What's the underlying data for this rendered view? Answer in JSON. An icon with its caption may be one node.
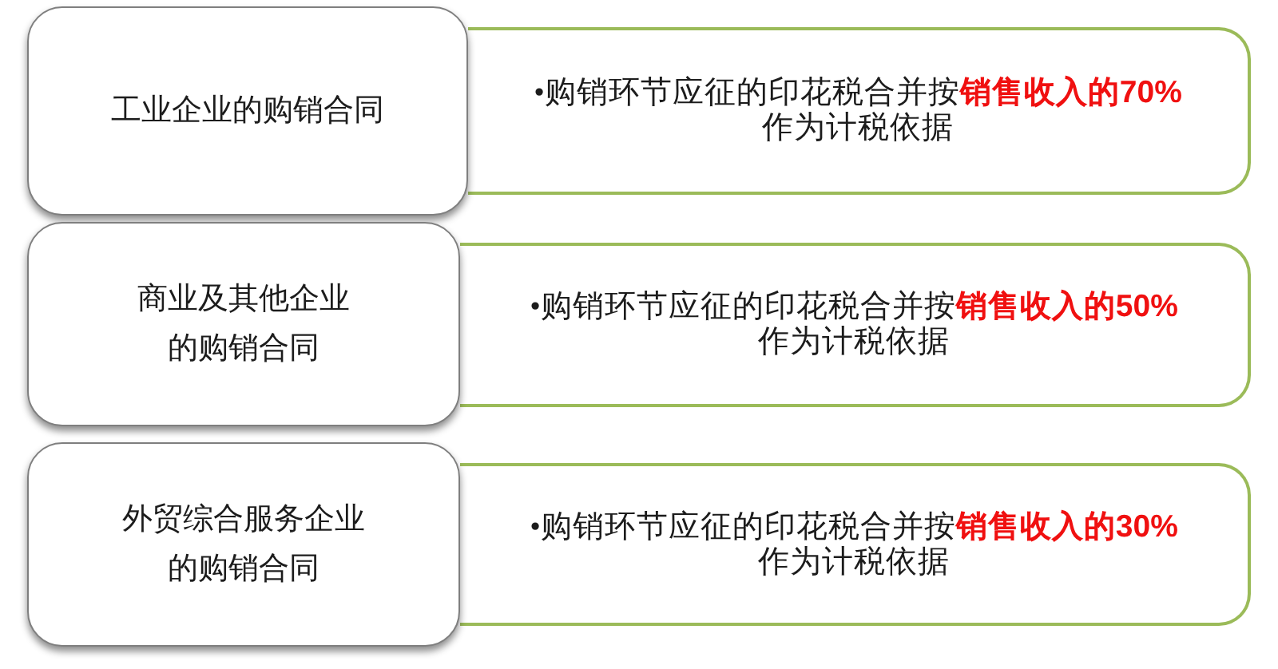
{
  "diagram": {
    "nodes": [
      {
        "text": [
          "工业企业的购销合同"
        ]
      },
      {
        "text": [
          "•购销环节应征的印花税合并按**销售收入的70%**作为计税依据"
        ]
      },
      {
        "text": [
          "商业及其他企业的购销合同"
        ]
      },
      {
        "text": [
          "•购销环节应征的印花税合并按**销售收入的50%**作为计税依据"
        ]
      },
      {
        "text": [
          "外贸综合服务企业的购销合同"
        ]
      },
      {
        "text": [
          "•购销环节应征的印花税合并按**销售收入的30%**作为计税依据"
        ]
      }
    ]
  }
}
